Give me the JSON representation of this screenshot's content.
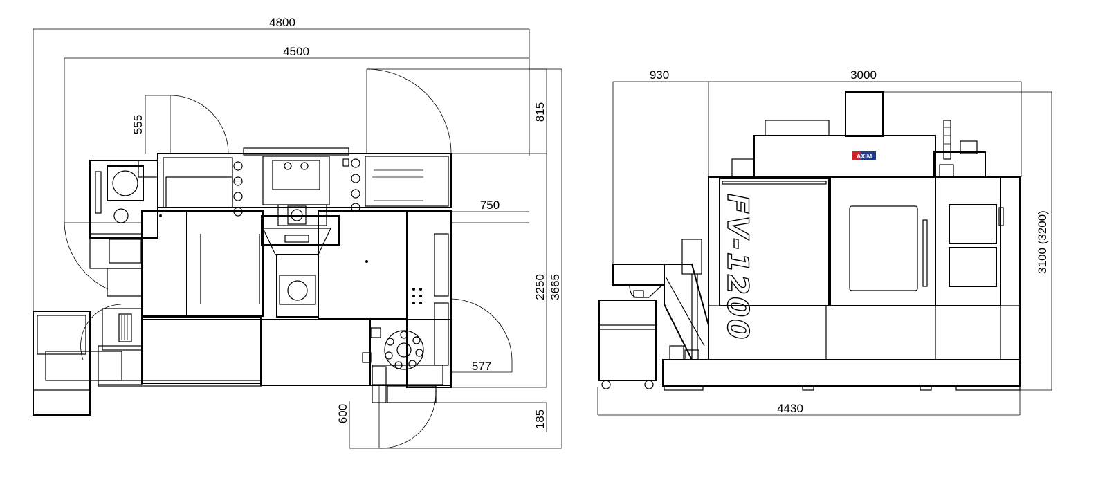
{
  "dimensions": {
    "width_total": "4800",
    "width_inner": "4500",
    "door_left_top": "555",
    "door_right_top": "815",
    "side_depth": "750",
    "depth_body": "2250",
    "depth_total": "3665",
    "door_bottom": "577",
    "front_clearance": "600",
    "front_step": "185",
    "side_left": "930",
    "side_body": "3000",
    "height": "3100 (3200)",
    "side_total": "4430"
  },
  "model_label": "FV-1200",
  "brand_badge": "AXIM",
  "colors": {
    "line": "#000000",
    "badge_red": "#d0202a",
    "badge_blue": "#1d3c8c"
  }
}
